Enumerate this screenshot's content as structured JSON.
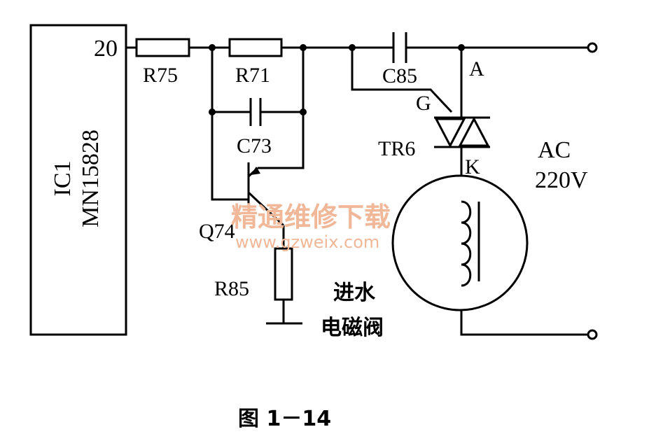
{
  "ic": {
    "name": "IC1",
    "part": "MN15828",
    "pin": "20"
  },
  "components": {
    "r75": "R75",
    "r71": "R71",
    "c73": "C73",
    "c85": "C85",
    "tr6": "TR6",
    "q74": "Q74",
    "r85": "R85"
  },
  "terminals": {
    "a": "A",
    "g": "G",
    "k": "K"
  },
  "supply": {
    "line1": "AC",
    "line2": "220V"
  },
  "valve": {
    "line1": "进水",
    "line2": "电磁阀"
  },
  "watermark": {
    "line1": "精通维修下载",
    "line2": "www.gzweix.com"
  },
  "caption": "图 1－14"
}
